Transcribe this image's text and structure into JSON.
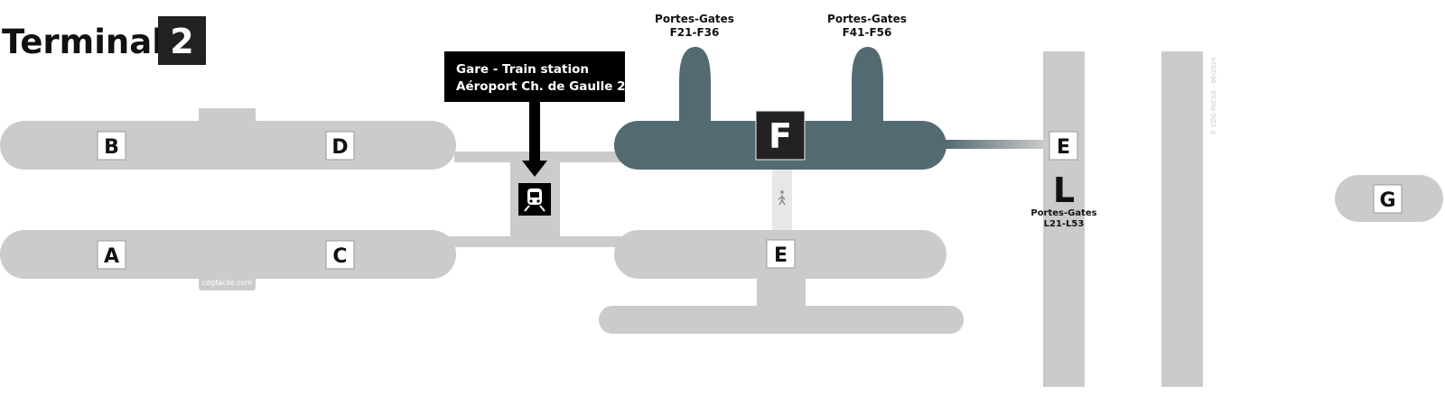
{
  "title": {
    "text": "Terminal",
    "number": "2"
  },
  "station": {
    "line1": "Gare - Train station",
    "line2": "Aéroport Ch. de Gaulle 2",
    "icon": "train-icon"
  },
  "halls": {
    "a": "A",
    "b": "B",
    "c": "C",
    "d": "D",
    "e_main": "E",
    "e_small": "E",
    "f": "F",
    "g": "G",
    "l": "L"
  },
  "gates": {
    "f1_line1": "Portes-Gates",
    "f1_line2": "F21-F36",
    "f2_line1": "Portes-Gates",
    "f2_line2": "F41-F56",
    "l_line1": "Portes-Gates",
    "l_line2": "L21-L53"
  },
  "watermarks": {
    "site": "cdgfacile.com",
    "copyright": "© CDG FACILE - 06/2024"
  },
  "colors": {
    "building": "#cbcbcc",
    "highlight": "#536a73",
    "label_dark": "#222222",
    "walkway": "#e6e7e7"
  }
}
